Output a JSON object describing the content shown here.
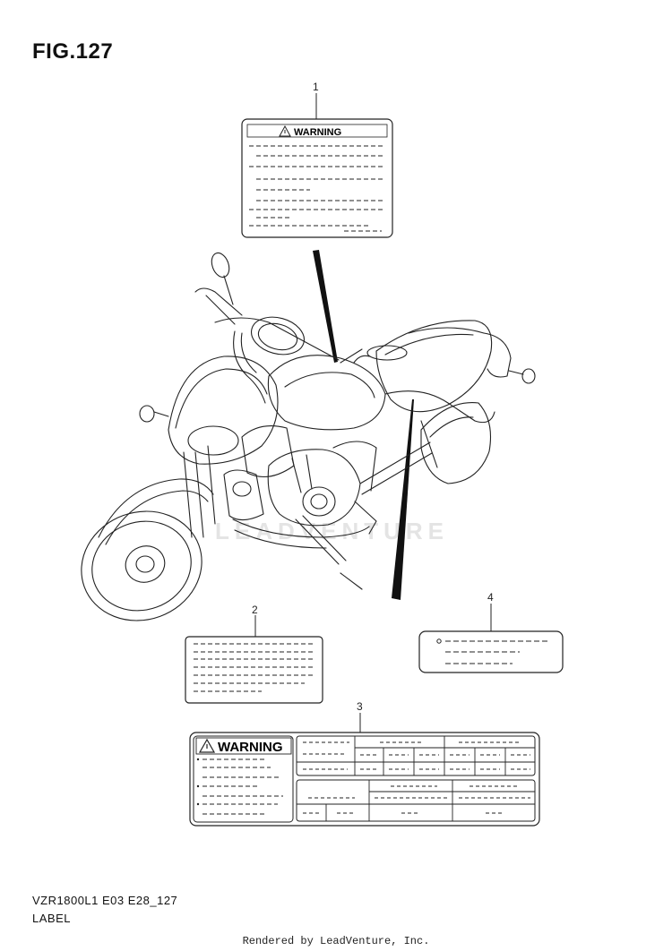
{
  "figure_title": "FIG.127",
  "watermark_text": "LEADVENTURE",
  "label1": {
    "callout": "1",
    "heading": "WARNING"
  },
  "label2": {
    "callout": "2"
  },
  "label3": {
    "callout": "3",
    "heading": "WARNING"
  },
  "label4": {
    "callout": "4"
  },
  "model_code": "VZR1800L1 E03 E28_127",
  "section_name": "LABEL",
  "rendered_by": "Rendered by LeadVenture, Inc.",
  "colors": {
    "line": "#111111",
    "watermark": "#e4e4e4"
  }
}
